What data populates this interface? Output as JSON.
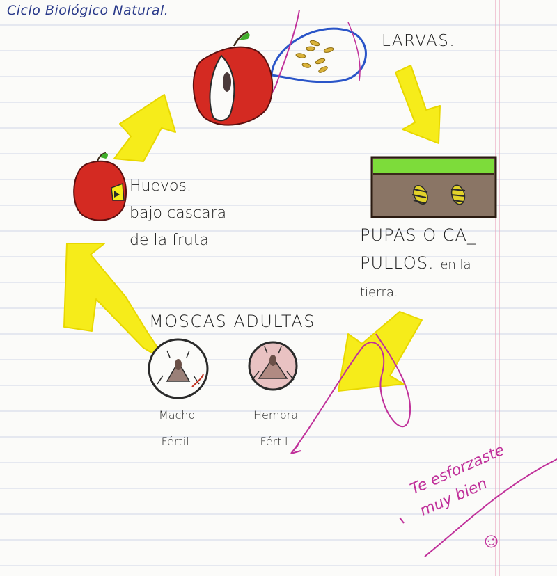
{
  "title": "Ciclo Biológico Natural.",
  "stages": {
    "larvas": "LARVAS.",
    "huevos_line1": "Huevos.",
    "huevos_line2": "bajo cascara",
    "huevos_line3": "de la fruta",
    "pupas_line1": "PUPAS O CA_",
    "pupas_line2": "PULLOS.",
    "pupas_line2_tail": "en la",
    "pupas_line3": "tierra.",
    "moscas": "MOSCAS ADULTAS",
    "macho_line1": "Macho",
    "macho_line2": "Fértil.",
    "hembra_line1": "Hembra",
    "hembra_line2": "Fértil."
  },
  "teacher_note": {
    "line1": "Te esforzaste",
    "line2": "muy bien",
    "smiley": "☺"
  },
  "colors": {
    "arrow_yellow": "#f6ec1a",
    "apple_red": "#d42a22",
    "ink_pink": "#c0309a",
    "ink_blue": "#2a3a8a",
    "grass_green": "#7ddc3a",
    "soil_brown": "#8a7565"
  },
  "icons": [
    "apple-cut-icon",
    "apple-egg-icon",
    "larvae-bubble-icon",
    "soil-pupae-icon",
    "fly-male-icon",
    "fly-female-icon"
  ]
}
